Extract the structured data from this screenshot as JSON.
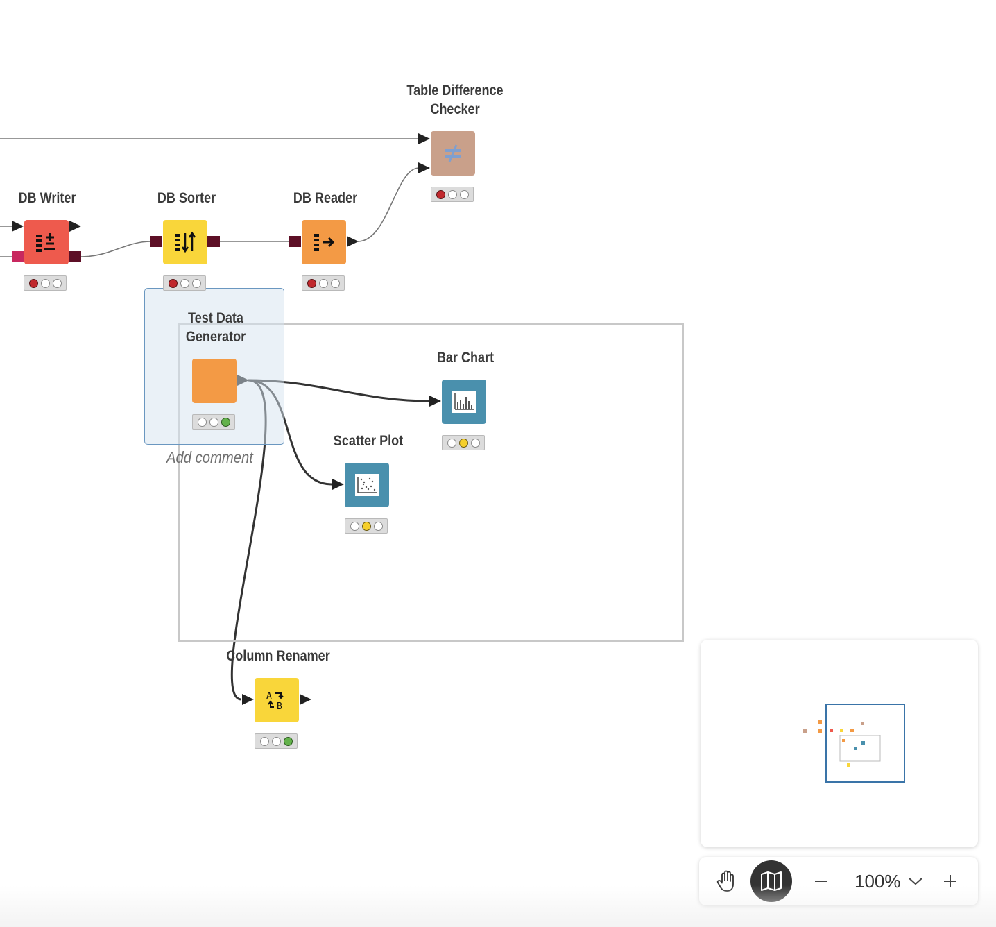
{
  "nodes": {
    "table_difference_checker": {
      "label_line1": "Table Difference",
      "label_line2": "Checker",
      "color": "#c9a08a",
      "status": "red"
    },
    "db_writer": {
      "label": "DB Writer",
      "color": "#ee5a4d",
      "status": "red"
    },
    "db_sorter": {
      "label": "DB Sorter",
      "color": "#f9d63a",
      "status": "red"
    },
    "db_reader": {
      "label": "DB Reader",
      "color": "#f39a45",
      "status": "red"
    },
    "test_data_generator": {
      "label_line1": "Test Data",
      "label_line2": "Generator",
      "color": "#f39a45",
      "status": "green"
    },
    "bar_chart": {
      "label": "Bar Chart",
      "color": "#4a90ad",
      "status": "yellow"
    },
    "scatter_plot": {
      "label": "Scatter Plot",
      "color": "#4a90ad",
      "status": "yellow"
    },
    "column_renamer": {
      "label": "Column Renamer",
      "color": "#f9d63a",
      "status": "green"
    }
  },
  "comment": {
    "placeholder": "Add comment"
  },
  "toolbar": {
    "zoom_level": "100%",
    "pan_icon": "hand-icon",
    "minimap_icon": "map-icon",
    "zoom_out_icon": "minus-icon",
    "zoom_in_icon": "plus-icon"
  },
  "colors": {
    "accent": "#3a74a8",
    "active_tool": "#333333",
    "port_dark": "#5d0f26"
  }
}
